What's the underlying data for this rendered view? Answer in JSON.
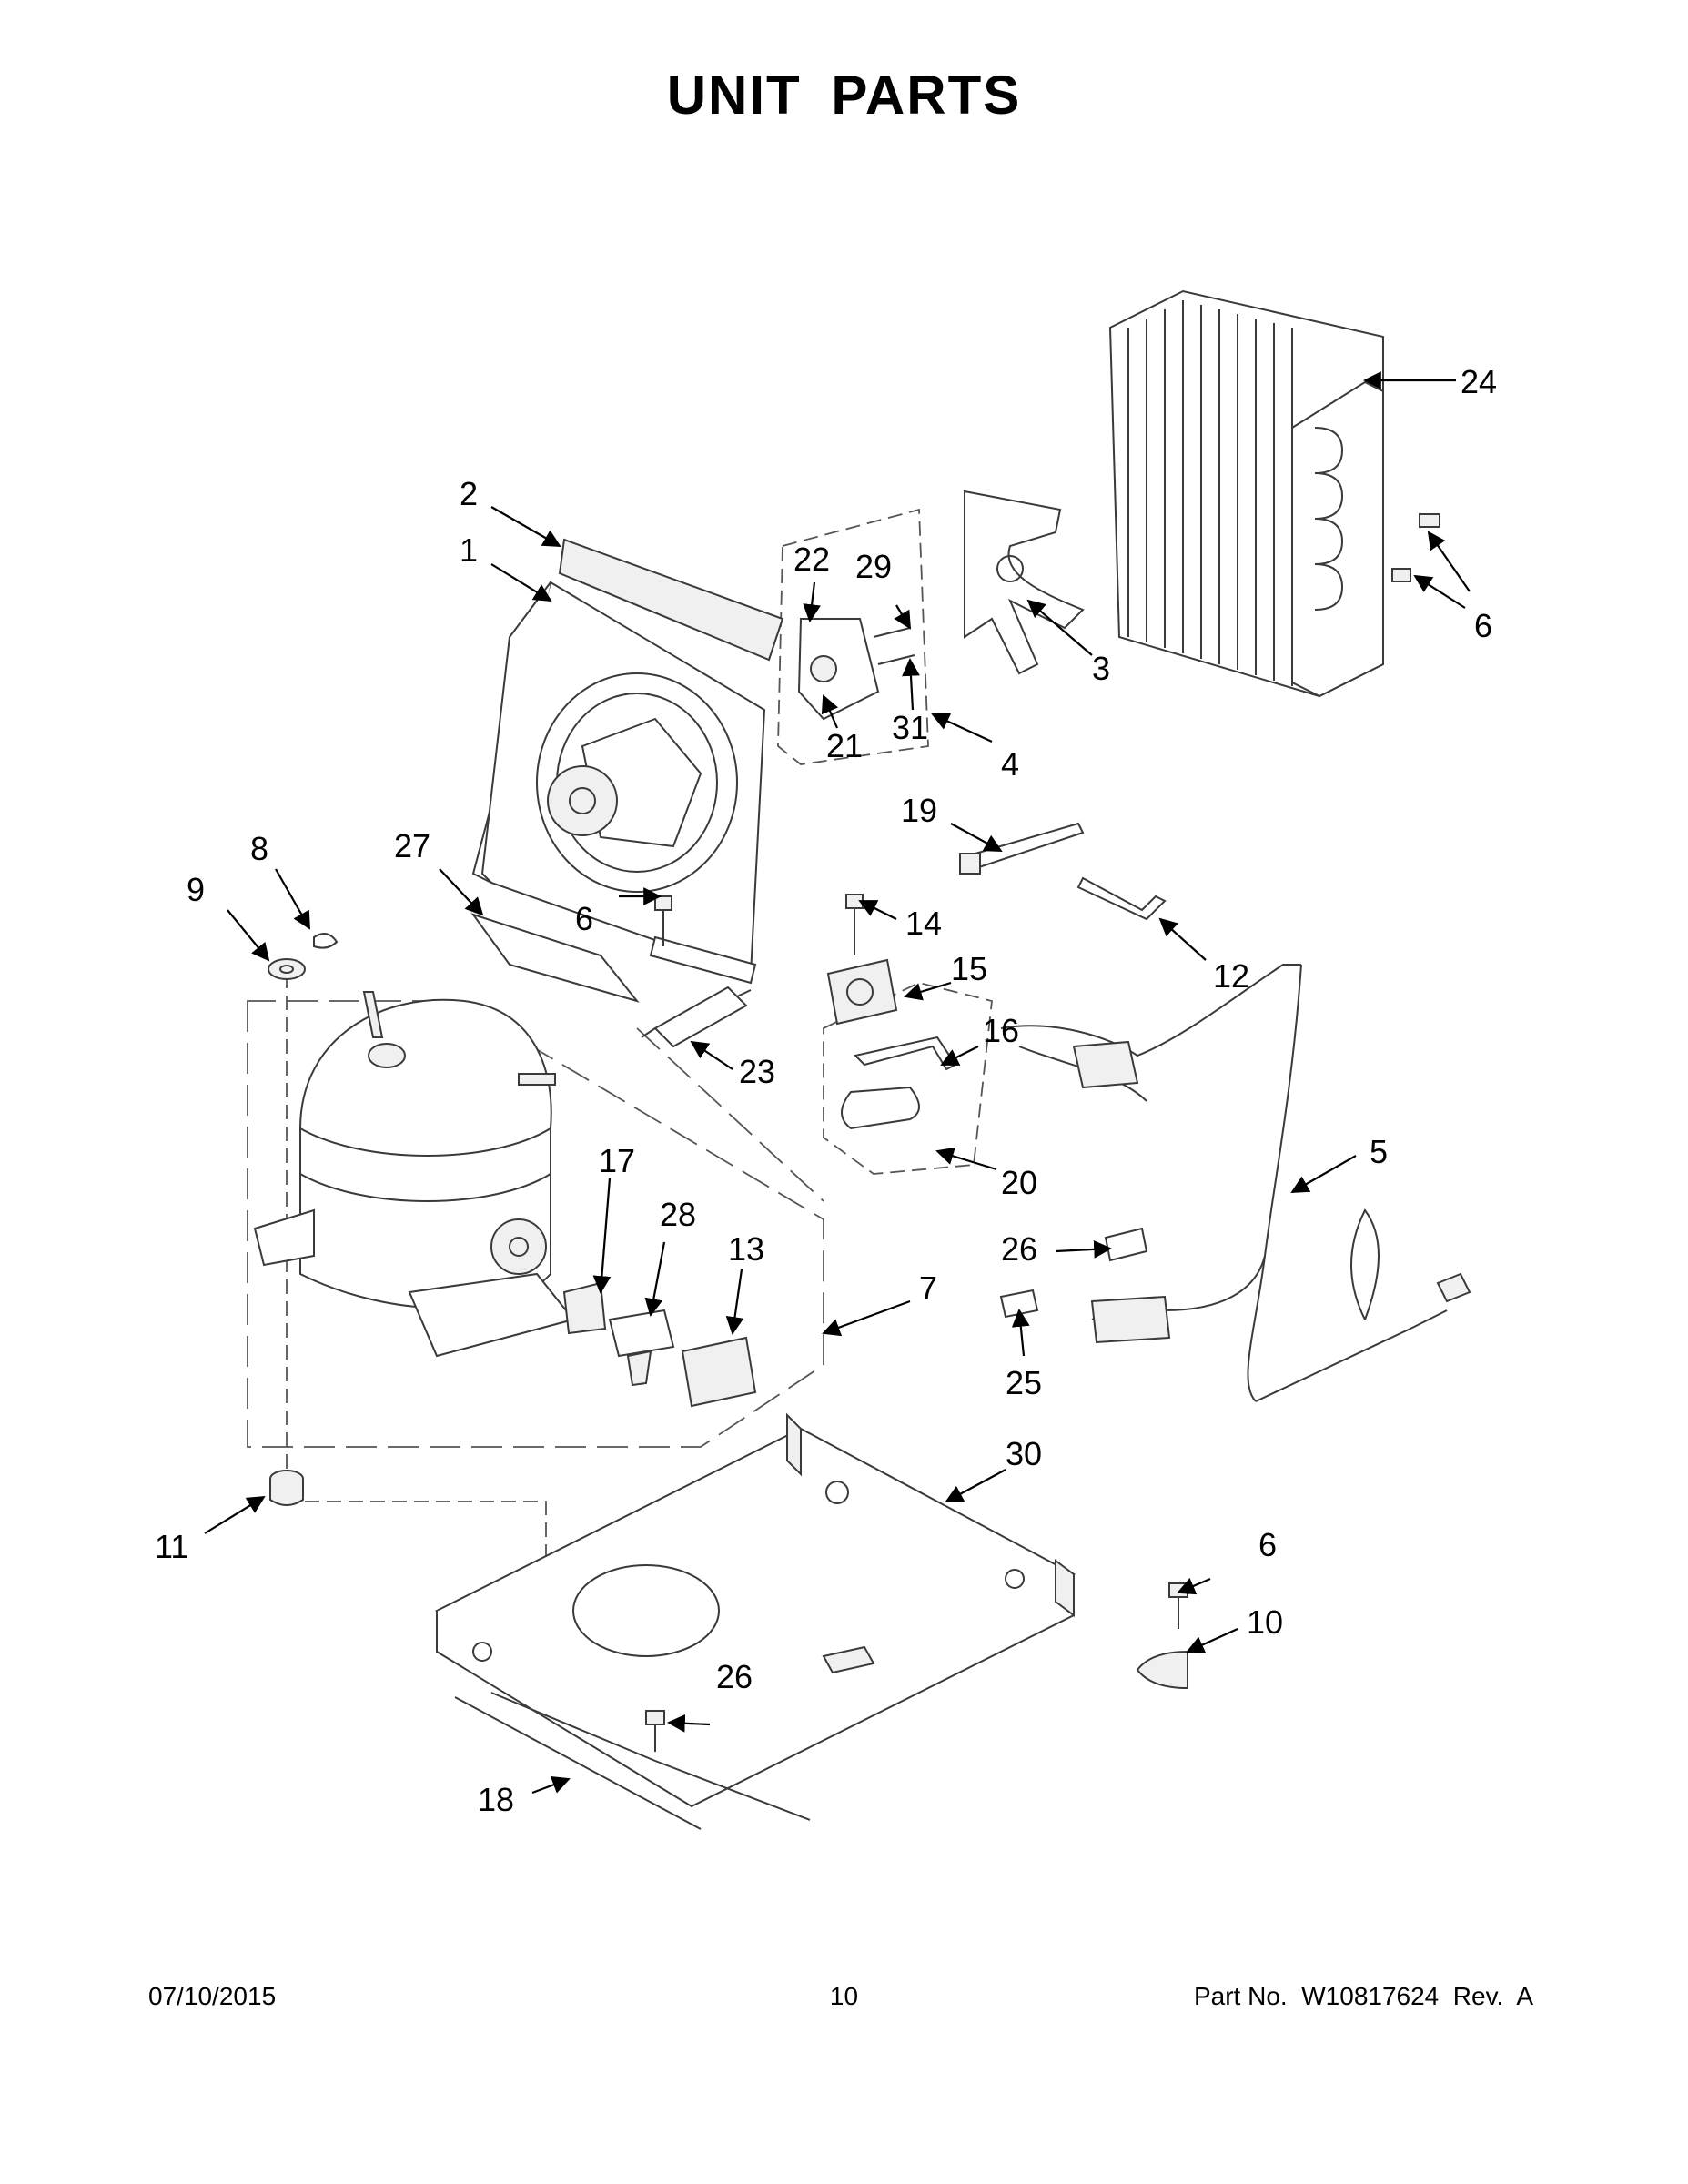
{
  "title": "UNIT PARTS",
  "callouts": [
    {
      "id": "c1",
      "label": "1"
    },
    {
      "id": "c2",
      "label": "2"
    },
    {
      "id": "c3",
      "label": "3"
    },
    {
      "id": "c4",
      "label": "4"
    },
    {
      "id": "c5",
      "label": "5"
    },
    {
      "id": "c6a",
      "label": "6"
    },
    {
      "id": "c6b",
      "label": "6"
    },
    {
      "id": "c6c",
      "label": "6"
    },
    {
      "id": "c7",
      "label": "7"
    },
    {
      "id": "c8",
      "label": "8"
    },
    {
      "id": "c9",
      "label": "9"
    },
    {
      "id": "c10",
      "label": "10"
    },
    {
      "id": "c11",
      "label": "11"
    },
    {
      "id": "c12",
      "label": "12"
    },
    {
      "id": "c13",
      "label": "13"
    },
    {
      "id": "c14",
      "label": "14"
    },
    {
      "id": "c15",
      "label": "15"
    },
    {
      "id": "c16",
      "label": "16"
    },
    {
      "id": "c17",
      "label": "17"
    },
    {
      "id": "c18",
      "label": "18"
    },
    {
      "id": "c19",
      "label": "19"
    },
    {
      "id": "c20",
      "label": "20"
    },
    {
      "id": "c21",
      "label": "21"
    },
    {
      "id": "c22",
      "label": "22"
    },
    {
      "id": "c23",
      "label": "23"
    },
    {
      "id": "c24",
      "label": "24"
    },
    {
      "id": "c25",
      "label": "25"
    },
    {
      "id": "c26a",
      "label": "26"
    },
    {
      "id": "c26b",
      "label": "26"
    },
    {
      "id": "c27",
      "label": "27"
    },
    {
      "id": "c28",
      "label": "28"
    },
    {
      "id": "c29",
      "label": "29"
    },
    {
      "id": "c30",
      "label": "30"
    },
    {
      "id": "c31",
      "label": "31"
    }
  ],
  "footer": {
    "date": "07/10/2015",
    "page": "10",
    "part_no": "Part No.  W10817624  Rev.  A"
  }
}
